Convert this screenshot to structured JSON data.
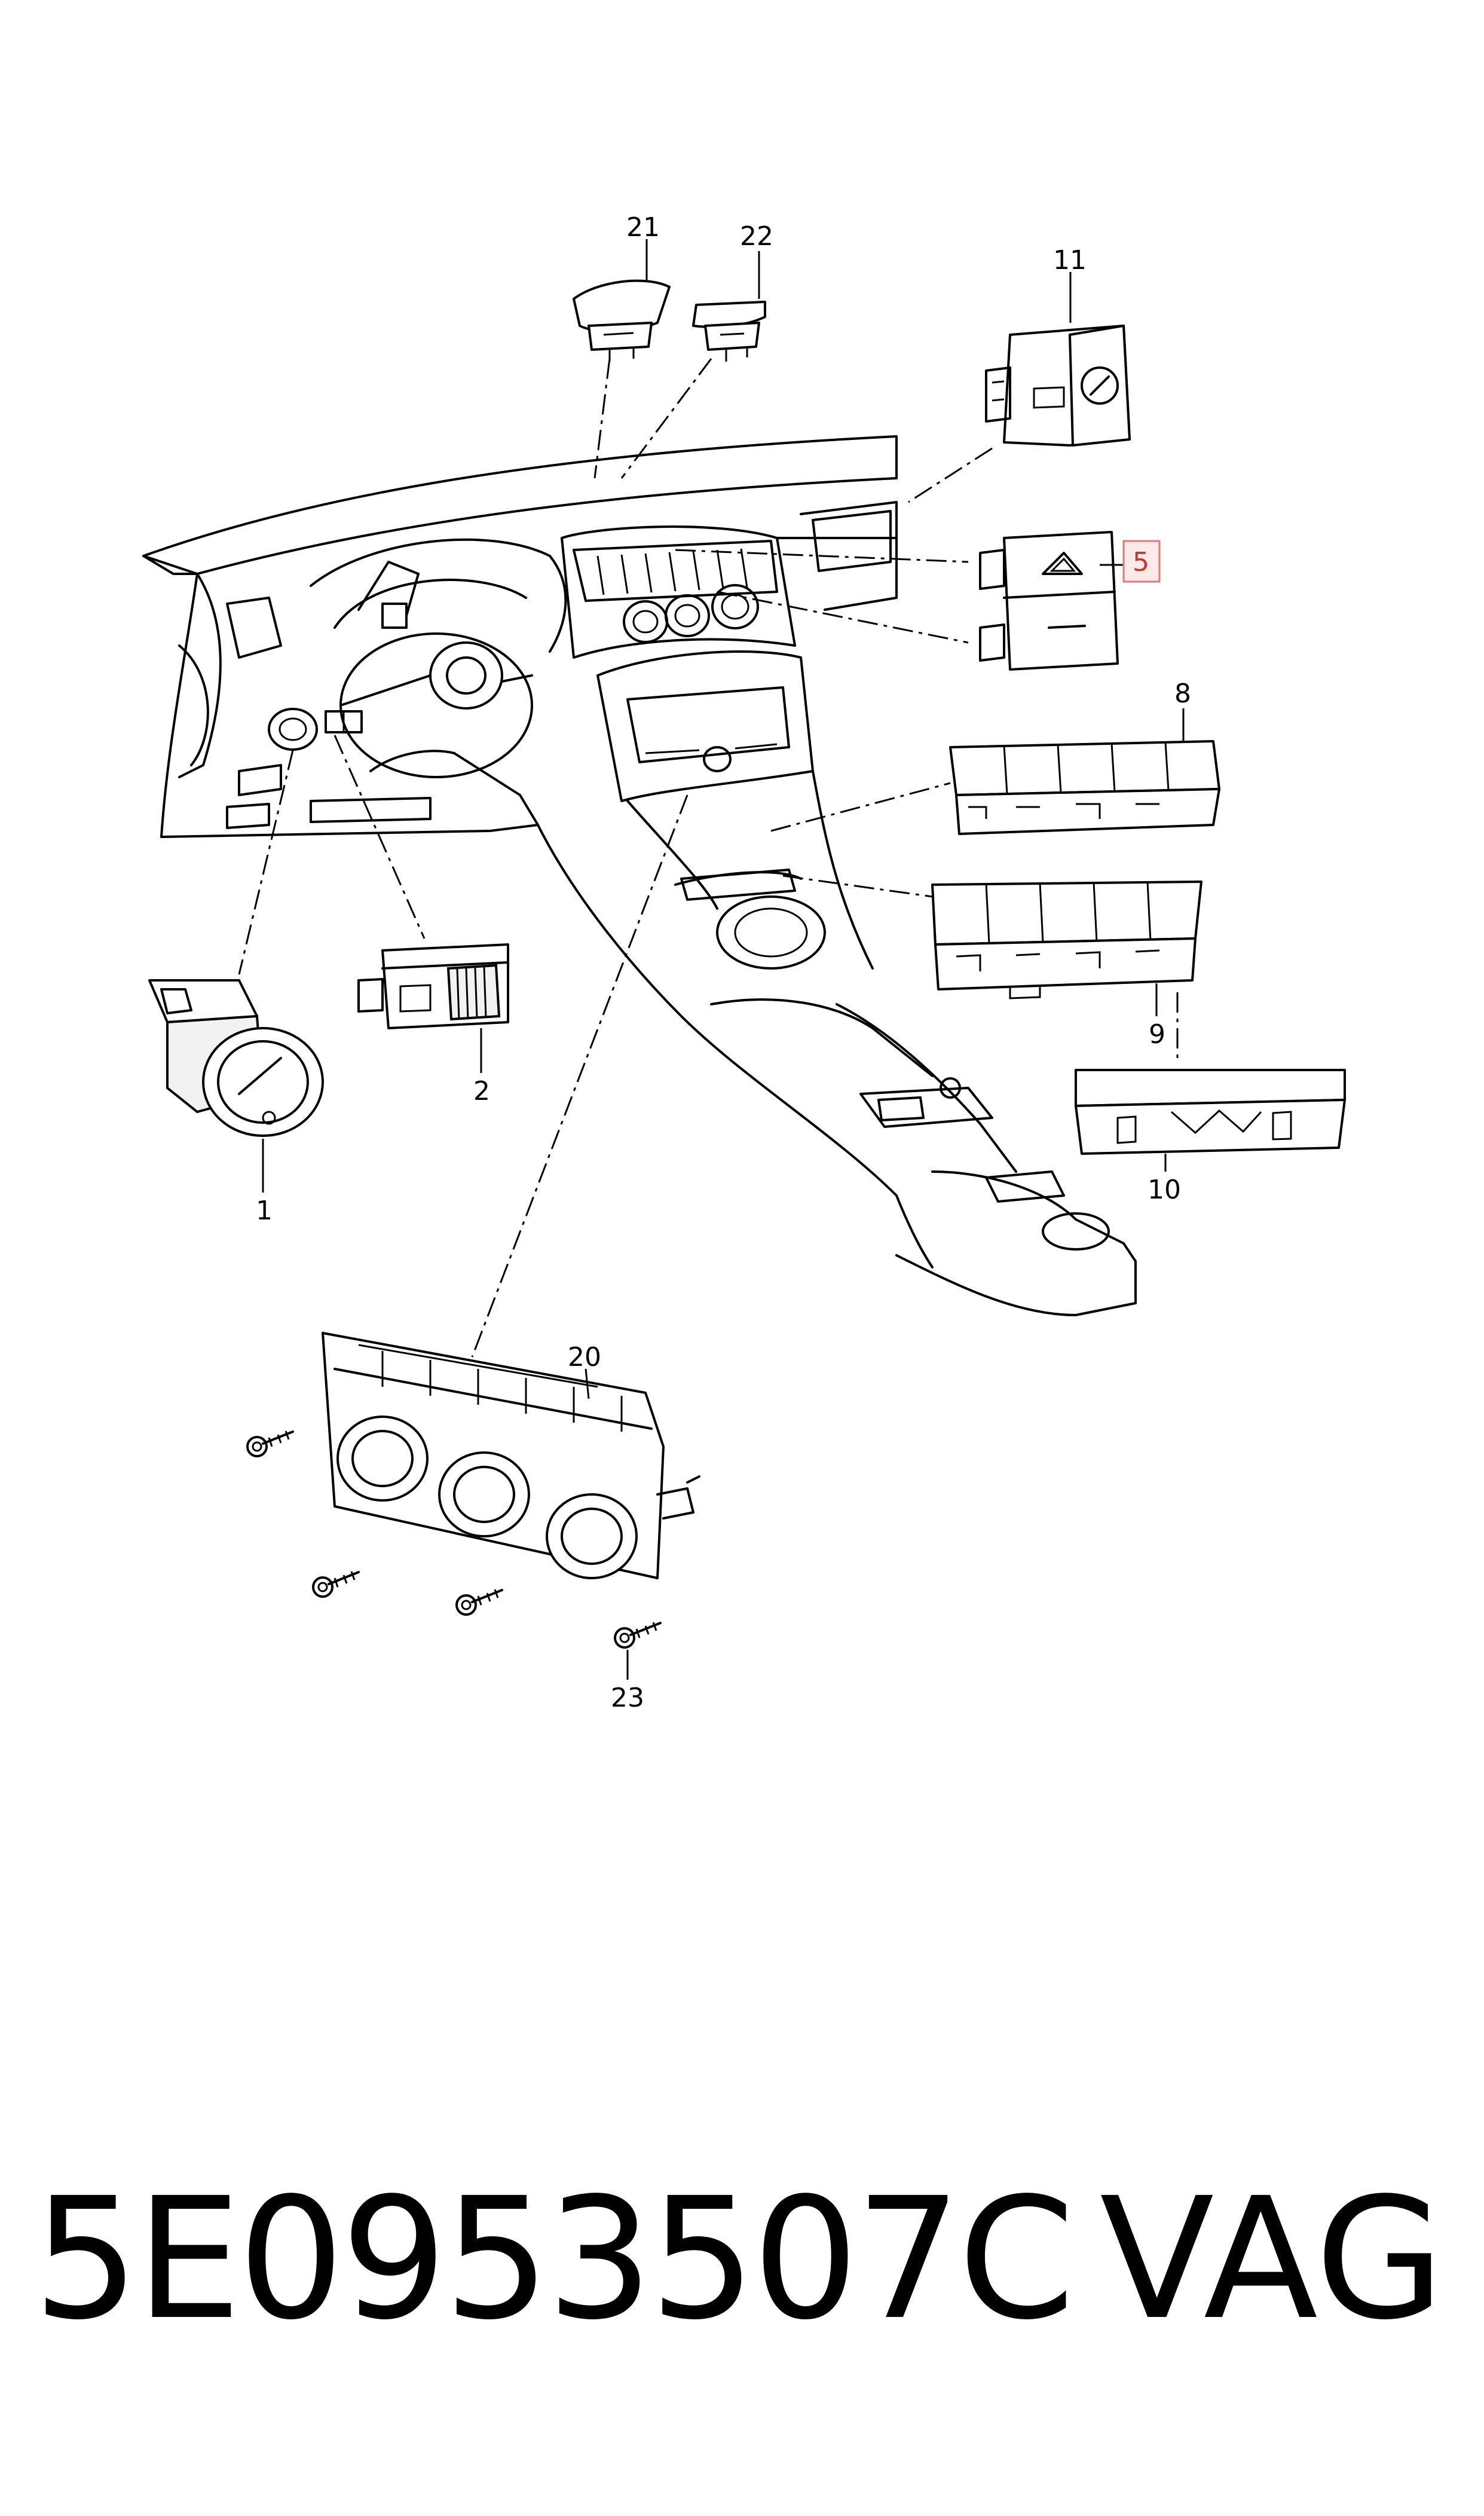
{
  "callouts": {
    "c1": "1",
    "c2": "2",
    "c5": "5",
    "c8": "8",
    "c9": "9",
    "c10": "10",
    "c11": "11",
    "c20": "20",
    "c21": "21",
    "c22": "22",
    "c23": "23"
  },
  "highlighted_callout": "5",
  "footer": {
    "part_number": "5E0953507C",
    "manufacturer": "VAG"
  },
  "colors": {
    "highlight_fill": "#fde9e9",
    "highlight_stroke": "#e07a7a",
    "highlight_text": "#c0392b"
  }
}
